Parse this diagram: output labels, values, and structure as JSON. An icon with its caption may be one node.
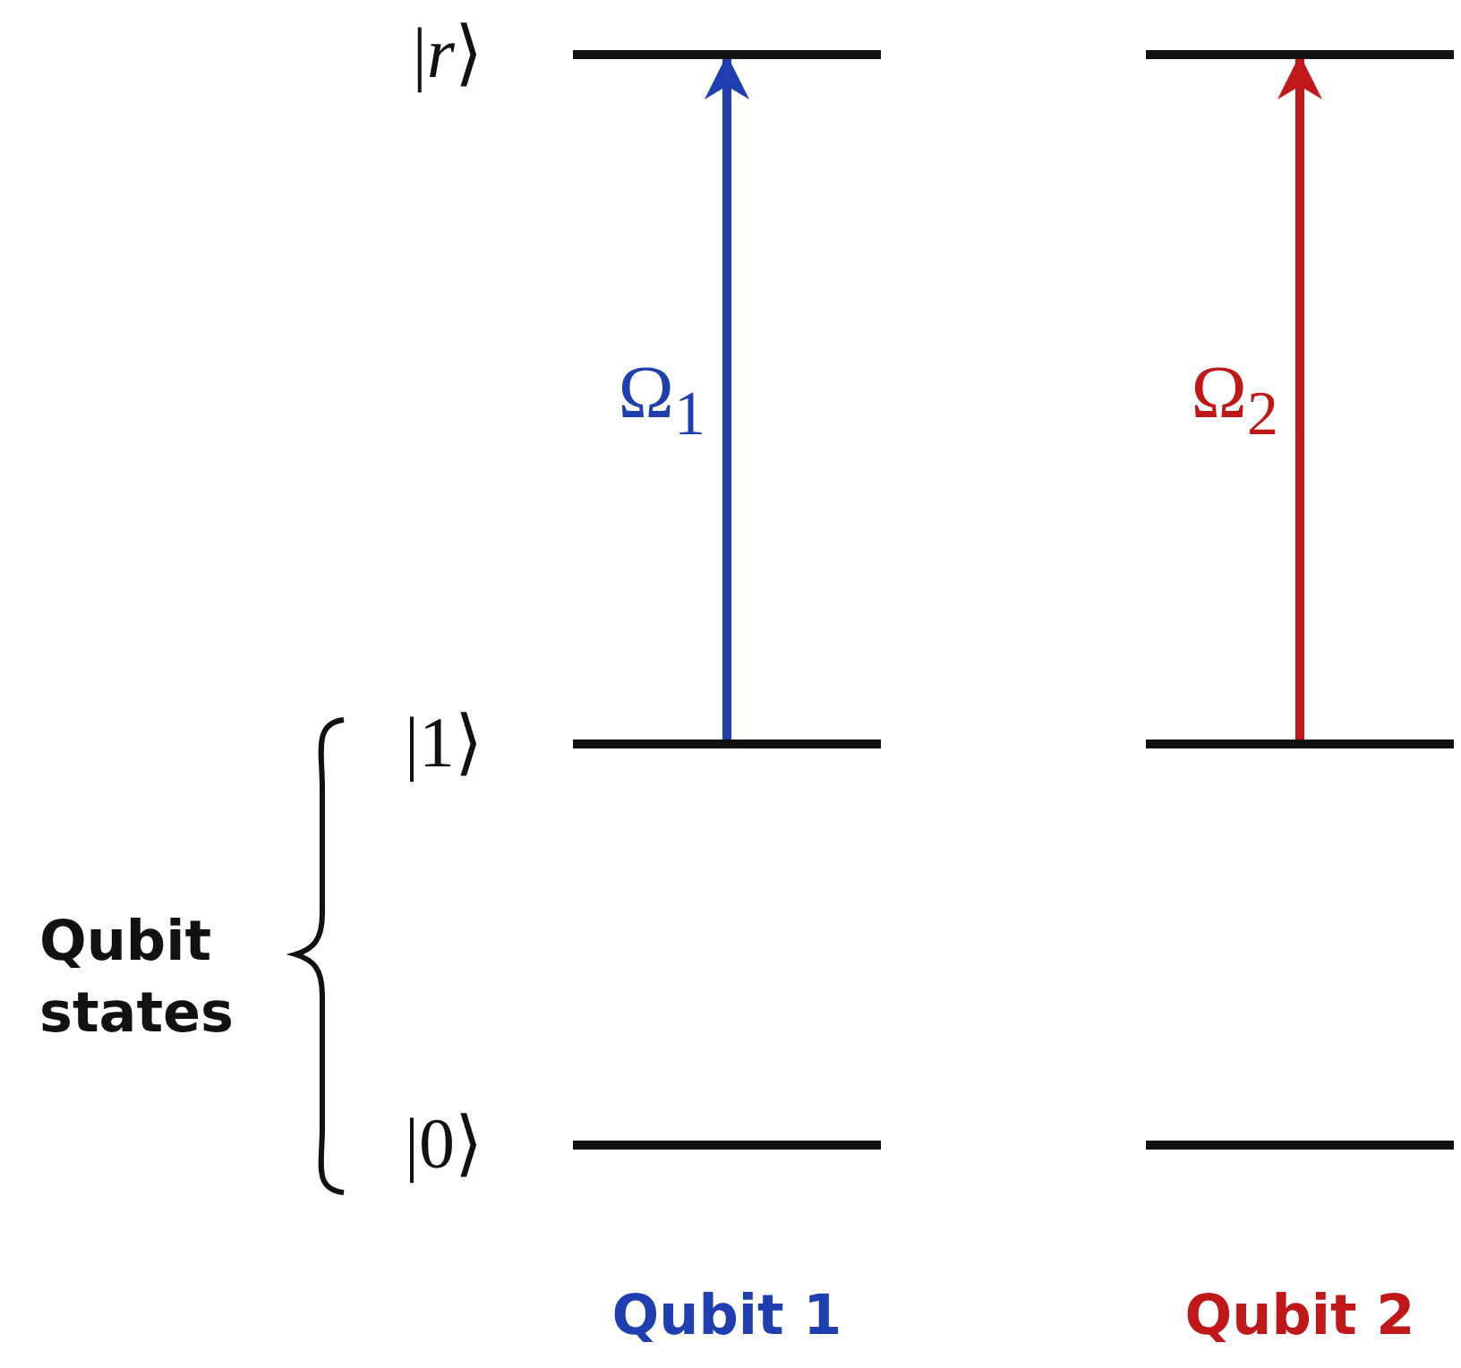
{
  "diagram": {
    "nodes": [
      {
        "text": [],
        "shape": "bar",
        "beside": [
          "|*r*⟩"
        ]
      },
      {
        "text": [],
        "shape": "bar"
      },
      {
        "text": [],
        "shape": "bar",
        "beside": [
          "|1⟩"
        ]
      },
      {
        "text": [],
        "shape": "bar"
      },
      {
        "text": [],
        "shape": "bar",
        "beside": [
          "|0⟩"
        ]
      },
      {
        "text": [],
        "shape": "bar"
      }
    ],
    "edges": [
      {
        "from": 2,
        "to": 0,
        "arrow": "to",
        "label": "Ω$_{1}$",
        "color": "#1f3fb0"
      },
      {
        "from": 3,
        "to": 1,
        "arrow": "to",
        "label": "Ω$_{2}$",
        "color": "#c01818"
      }
    ],
    "labels": [
      "Qubit states",
      "Qubit 1",
      "Qubit 2"
    ]
  }
}
